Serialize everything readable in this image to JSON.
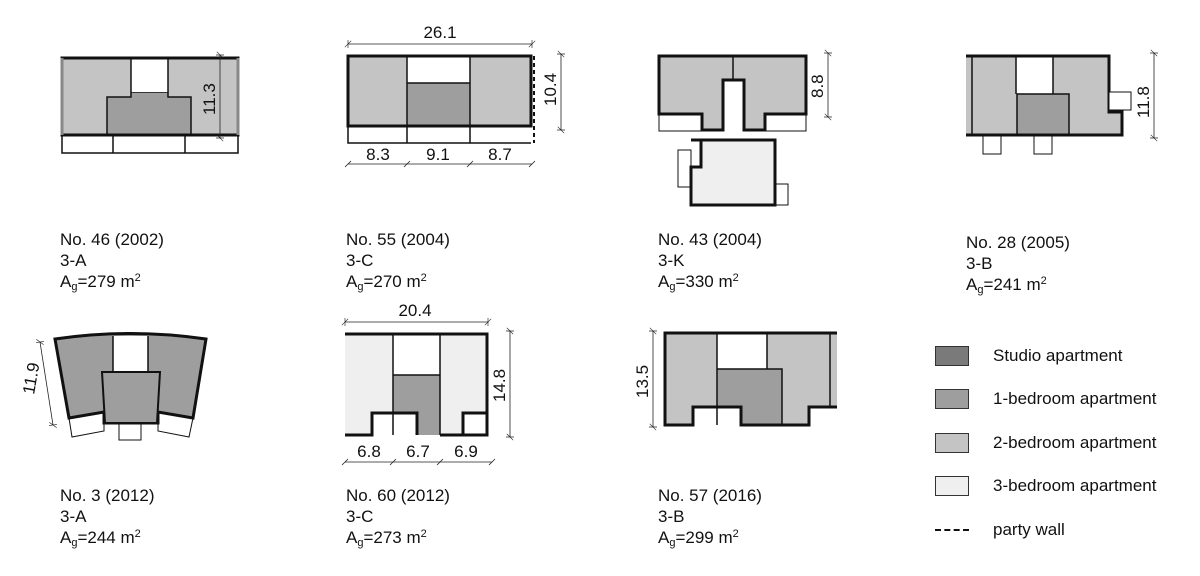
{
  "colors": {
    "studio": "#7a7a7a",
    "one_bedroom": "#9e9e9e",
    "two_bedroom": "#c4c4c4",
    "three_bedroom": "#efefef",
    "wall": "#111111"
  },
  "plans": [
    {
      "id": "no46",
      "title": "No. 46 (2002)",
      "type": "3-A",
      "area_label": "A",
      "area_sub": "g",
      "area_value": "=279 m",
      "area_sup": "2",
      "dims": {
        "depth": "11.3"
      }
    },
    {
      "id": "no55",
      "title": "No. 55 (2004)",
      "type": "3-C",
      "area_label": "A",
      "area_sub": "g",
      "area_value": "=270 m",
      "area_sup": "2",
      "dims": {
        "width": "26.1",
        "depth": "10.4",
        "w1": "8.3",
        "w2": "9.1",
        "w3": "8.7"
      }
    },
    {
      "id": "no43",
      "title": "No. 43 (2004)",
      "type": "3-K",
      "area_label": "A",
      "area_sub": "g",
      "area_value": "=330 m",
      "area_sup": "2",
      "dims": {
        "depth": "8.8"
      }
    },
    {
      "id": "no28",
      "title": "No. 28 (2005)",
      "type": "3-B",
      "area_label": "A",
      "area_sub": "g",
      "area_value": "=241 m",
      "area_sup": "2",
      "dims": {
        "depth": "11.8"
      }
    },
    {
      "id": "no3",
      "title": "No. 3 (2012)",
      "type": "3-A",
      "area_label": "A",
      "area_sub": "g",
      "area_value": "=244 m",
      "area_sup": "2",
      "dims": {
        "depth": "11.9"
      }
    },
    {
      "id": "no60",
      "title": "No. 60 (2012)",
      "type": "3-C",
      "area_label": "A",
      "area_sub": "g",
      "area_value": "=273 m",
      "area_sup": "2",
      "dims": {
        "width": "20.4",
        "depth": "14.8",
        "w1": "6.8",
        "w2": "6.7",
        "w3": "6.9"
      }
    },
    {
      "id": "no57",
      "title": "No. 57 (2016)",
      "type": "3-B",
      "area_label": "A",
      "area_sub": "g",
      "area_value": "=299 m",
      "area_sup": "2",
      "dims": {
        "depth": "13.5"
      }
    }
  ],
  "legend": {
    "items": [
      {
        "label": "Studio apartment",
        "swatch": "studio"
      },
      {
        "label": "1-bedroom apartment",
        "swatch": "one_bedroom"
      },
      {
        "label": "2-bedroom apartment",
        "swatch": "two_bedroom"
      },
      {
        "label": "3-bedroom apartment",
        "swatch": "three_bedroom"
      },
      {
        "label": "party wall",
        "swatch": "dashed-line"
      }
    ]
  }
}
